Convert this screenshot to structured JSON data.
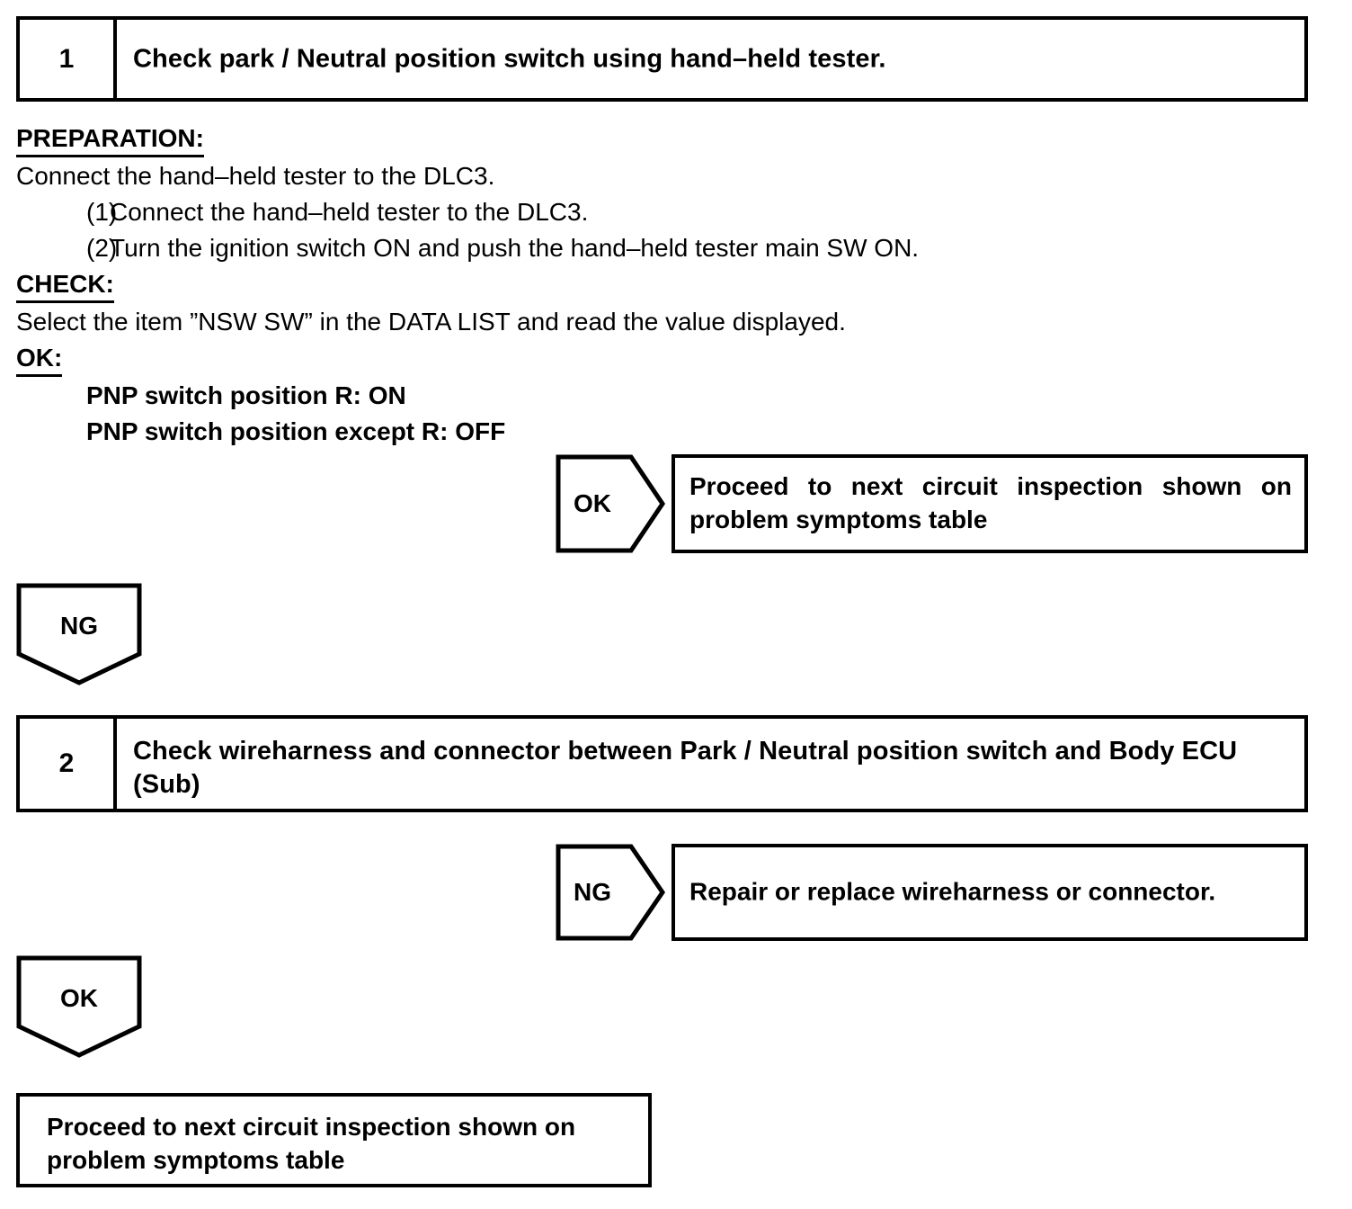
{
  "document": {
    "type": "diagnostic-flowchart",
    "background_color": "#ffffff",
    "line_color": "#000000"
  },
  "step1": {
    "number": "1",
    "title": "Check park / Neutral position switch using hand–held tester."
  },
  "preparation": {
    "heading": "PREPARATION:",
    "intro": "Connect the hand–held tester to the DLC3.",
    "items": [
      {
        "marker": "(1)",
        "text": "Connect the hand–held tester to the DLC3."
      },
      {
        "marker": "(2)",
        "text": "Turn the ignition switch ON and push the hand–held tester main SW ON."
      }
    ]
  },
  "check": {
    "heading": "CHECK:",
    "text": "Select the item ”NSW SW” in the DATA LIST and read the value displayed."
  },
  "ok_criteria": {
    "heading": "OK:",
    "items": [
      "PNP switch position R: ON",
      "PNP switch position except R: OFF"
    ]
  },
  "step1_ok_branch": {
    "arrow_label": "OK",
    "result": "Proceed to next circuit inspection shown on problem symptoms table"
  },
  "step1_ng_branch": {
    "arrow_label": "NG"
  },
  "step2": {
    "number": "2",
    "title": "Check wireharness and connector between Park / Neutral position switch and Body ECU (Sub)"
  },
  "step2_ng_branch": {
    "arrow_label": "NG",
    "result": "Repair or replace wireharness or connector."
  },
  "step2_ok_branch": {
    "arrow_label": "OK"
  },
  "final_result": {
    "text": "Proceed to next circuit inspection shown on problem symptoms table"
  }
}
